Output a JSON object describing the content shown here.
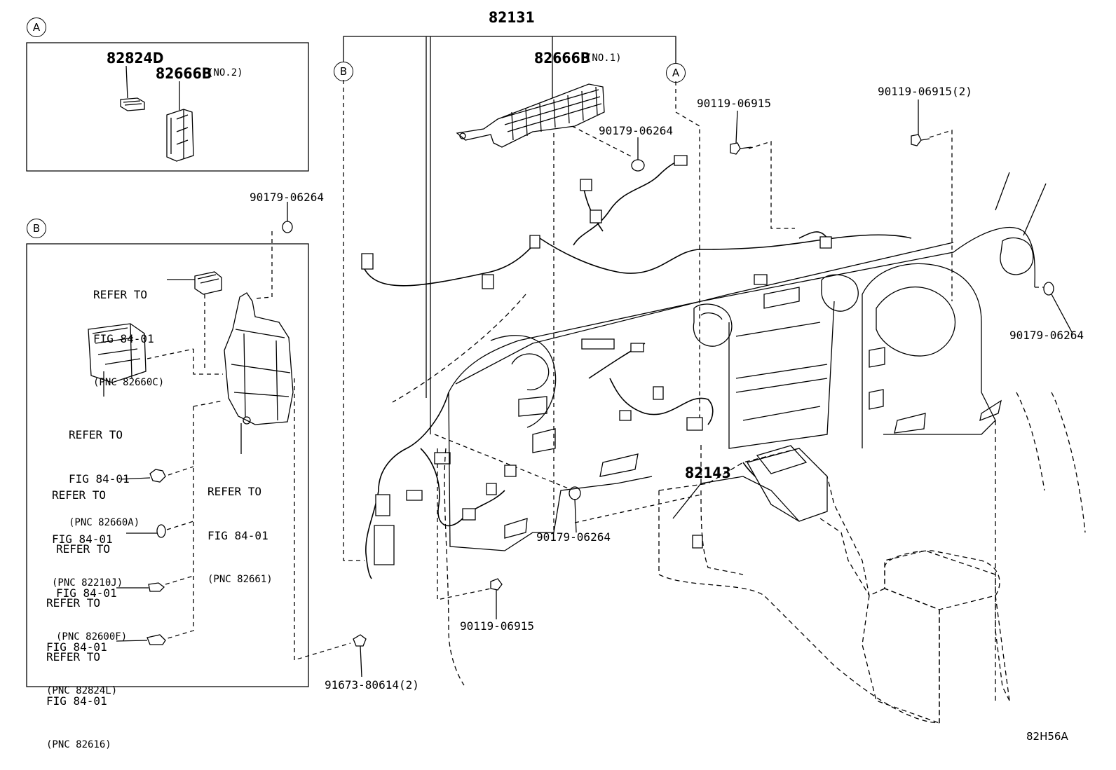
{
  "section_a": {
    "marker": "A",
    "part1": "82824D",
    "part2": "82666B",
    "part2_note": "(NO.2)"
  },
  "section_b": {
    "marker": "B",
    "refs": [
      {
        "line1": "REFER TO",
        "line2": "FIG 84-01",
        "pnc": "(PNC 82660C)"
      },
      {
        "line1": "REFER TO",
        "line2": "FIG 84-01",
        "pnc": "(PNC 82660A)"
      },
      {
        "line1": "REFER TO",
        "line2": "FIG 84-01",
        "pnc": "(PNC 82210J)"
      },
      {
        "line1": "REFER TO",
        "line2": "FIG 84-01",
        "pnc": "(PNC 82600F)"
      },
      {
        "line1": "REFER TO",
        "line2": "FIG 84-01",
        "pnc": "(PNC 82824L)"
      },
      {
        "line1": "REFER TO",
        "line2": "FIG 84-01",
        "pnc": "(PNC 82616)"
      },
      {
        "line1": "REFER TO",
        "line2": "FIG 84-01",
        "pnc": "(PNC 82661)"
      }
    ]
  },
  "main": {
    "harness": "82131",
    "bracket1": "82666B",
    "bracket1_note": "(NO.1)",
    "marker_b": "B",
    "marker_a": "A",
    "wire_82143": "82143",
    "clip_top": "90179-06264",
    "clip_outside_b": "90179-06264",
    "clip_right": "90179-06264",
    "clip_lower": "90179-06264",
    "bolt_top": "90119-06915",
    "bolt_top_right": "90119-06915(2)",
    "bolt_lower": "90119-06915",
    "bolt_bottom": "91673-80614(2)"
  },
  "diagram_code": "82H56A"
}
